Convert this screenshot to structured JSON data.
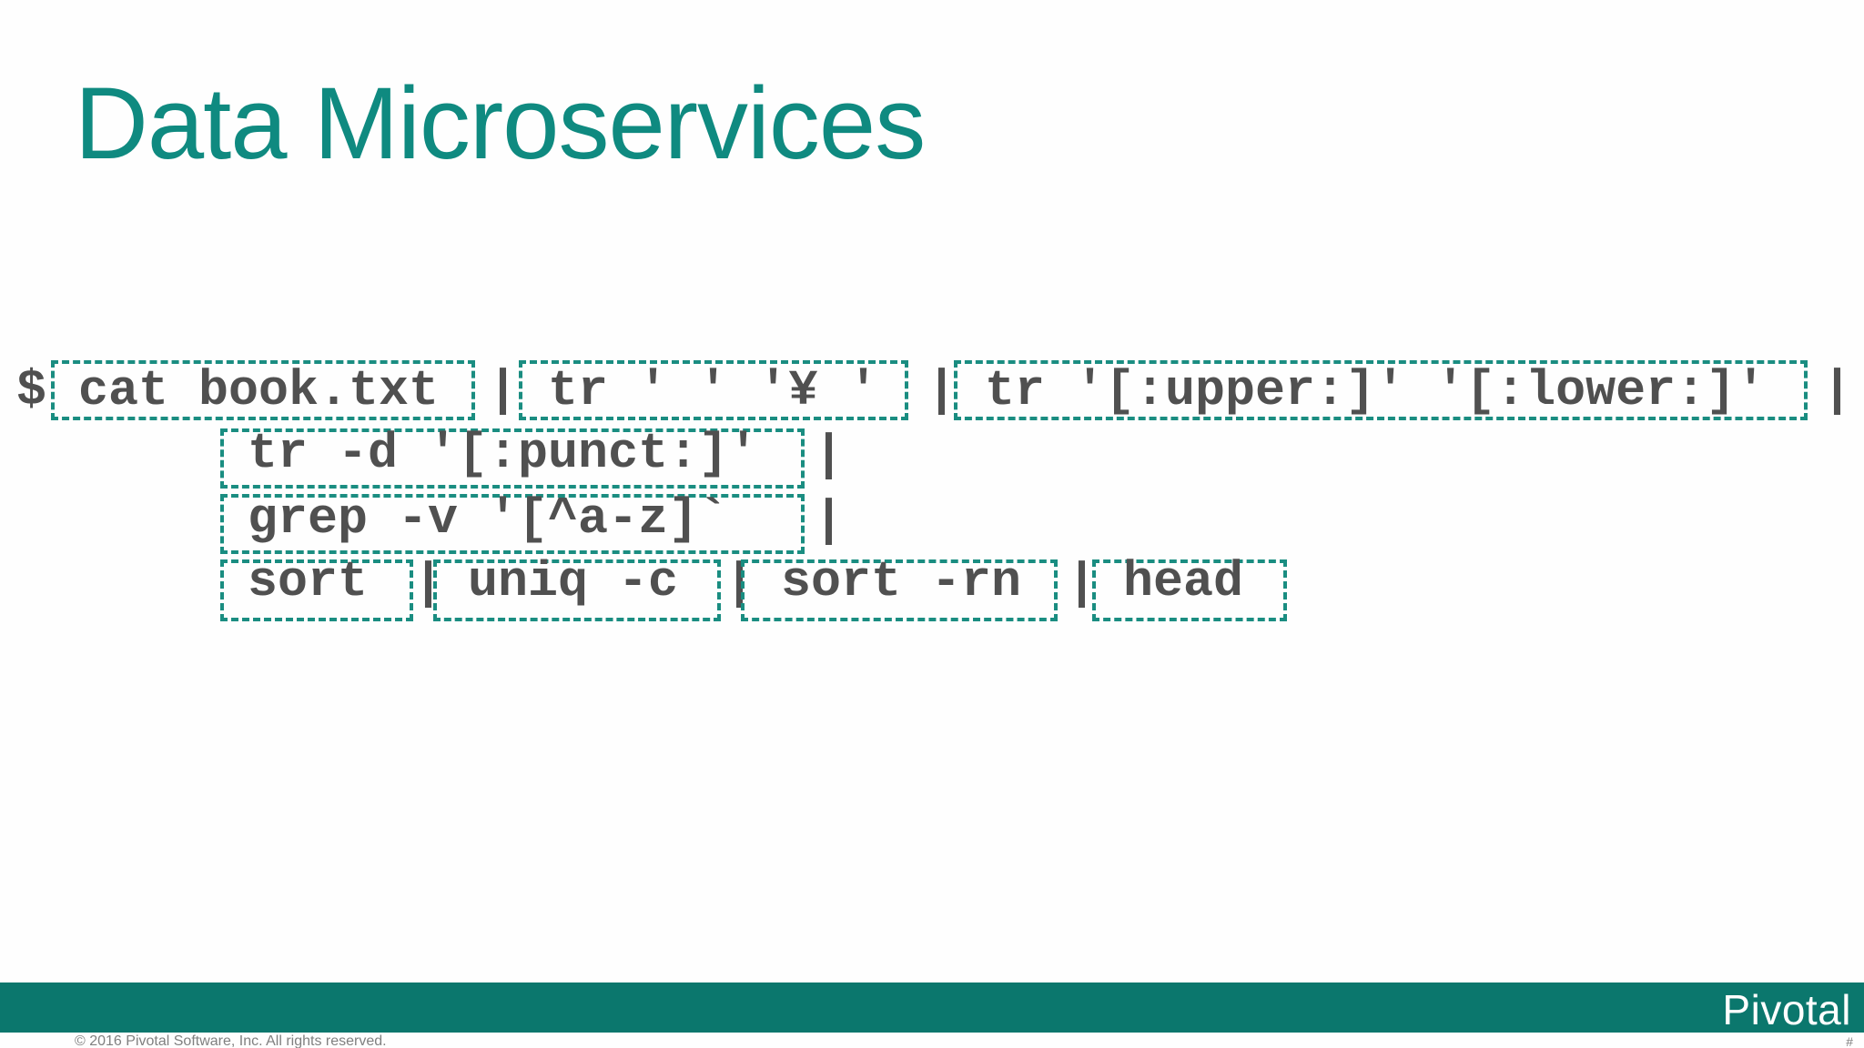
{
  "slide": {
    "title": "Data Microservices",
    "prompt": "$",
    "pipe": "|",
    "commands": {
      "cat": "cat book.txt",
      "tr_space": "tr ' ' '¥ '",
      "tr_case": "tr '[:upper:]' '[:lower:]'",
      "tr_punct": "tr -d '[:punct:]'",
      "grep": "grep -v '[^a-z]`",
      "sort": "sort",
      "uniq": "uniq -c",
      "sort_rn": "sort -rn",
      "head": "head"
    },
    "brand": "Pivotal",
    "copyright": "© 2016 Pivotal Software, Inc.  All rights reserved.",
    "page_number": "#"
  },
  "colors": {
    "title": "#0f8a80",
    "code_text": "#505050",
    "dashed_box": "#1a8d81",
    "footer_bar": "#0b776d",
    "footnote": "#808080"
  }
}
